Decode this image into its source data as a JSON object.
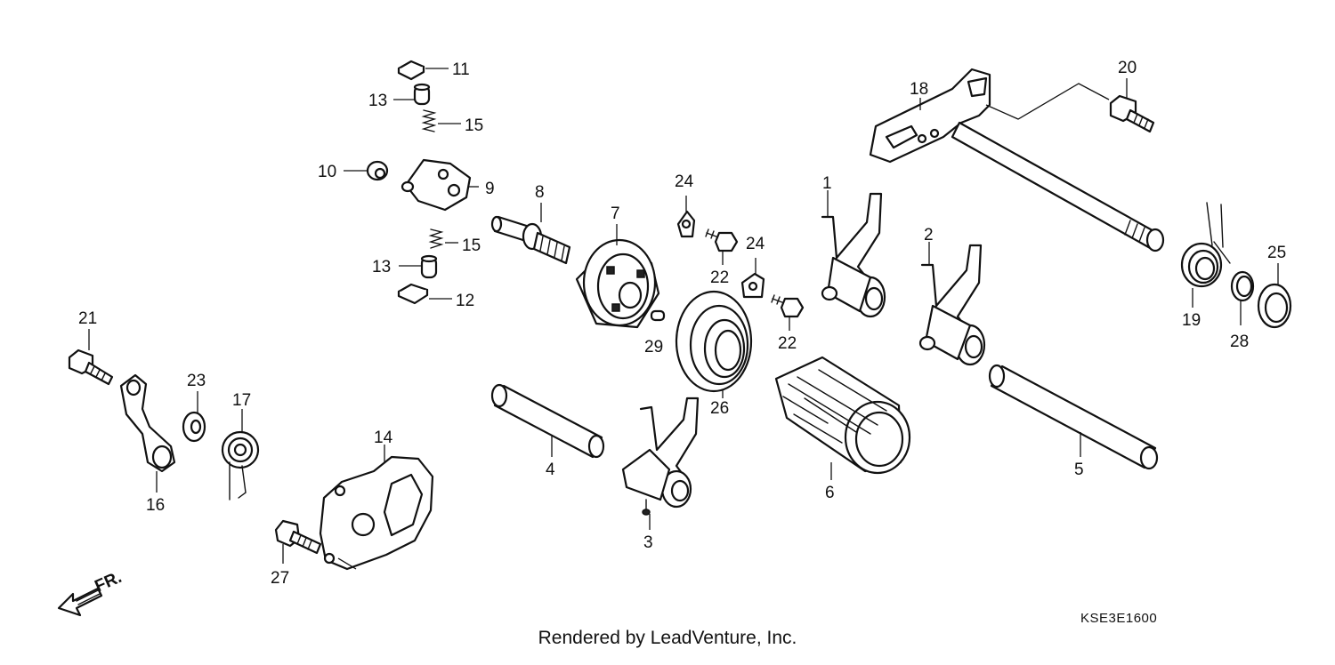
{
  "callouts": {
    "c1": "1",
    "c2": "2",
    "c3": "3",
    "c4": "4",
    "c5": "5",
    "c6": "6",
    "c7": "7",
    "c8": "8",
    "c9": "9",
    "c10": "10",
    "c11": "11",
    "c12": "12",
    "c13a": "13",
    "c13b": "13",
    "c14": "14",
    "c15a": "15",
    "c15b": "15",
    "c16": "16",
    "c17": "17",
    "c18": "18",
    "c19": "19",
    "c20": "20",
    "c21": "21",
    "c22a": "22",
    "c22b": "22",
    "c23": "23",
    "c24a": "24",
    "c24b": "24",
    "c25": "25",
    "c26": "26",
    "c27": "27",
    "c28": "28",
    "c29": "29"
  },
  "direction_label": "FR.",
  "diagram_code": "KSE3E1600",
  "footer_text": "Rendered by LeadVenture, Inc."
}
